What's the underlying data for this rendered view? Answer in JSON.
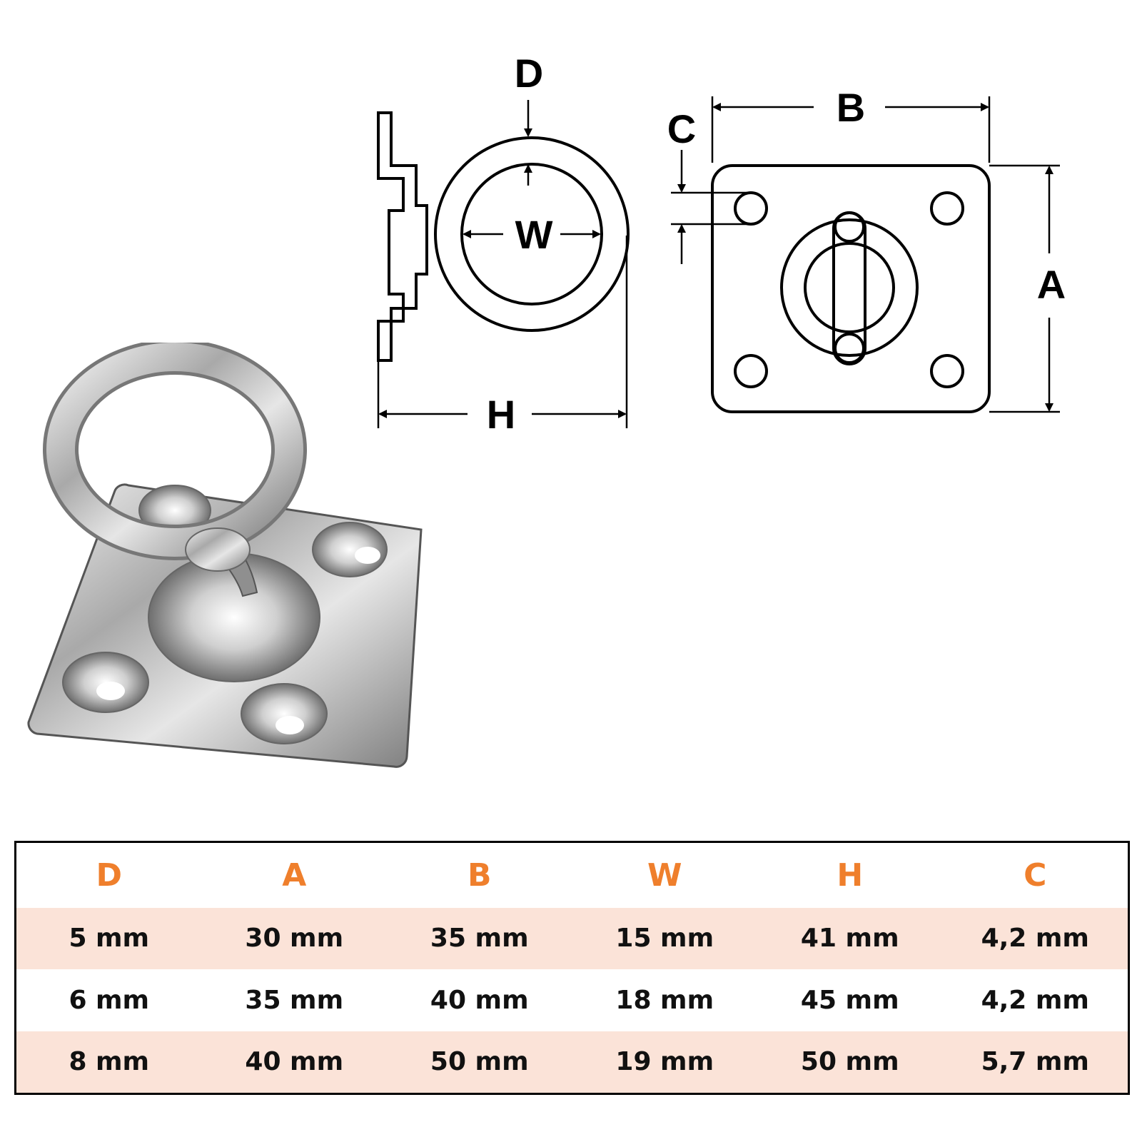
{
  "diagram": {
    "labels": {
      "D": "D",
      "W": "W",
      "H": "H",
      "C": "C",
      "B": "B",
      "A": "A"
    }
  },
  "photo": {
    "description_icon": "swivel-eye-plate-photo"
  },
  "table": {
    "headers": [
      "D",
      "A",
      "B",
      "W",
      "H",
      "C"
    ],
    "rows": [
      [
        "5 mm",
        "30 mm",
        "35 mm",
        "15 mm",
        "41 mm",
        "4,2 mm"
      ],
      [
        "6 mm",
        "35 mm",
        "40 mm",
        "18 mm",
        "45 mm",
        "4,2 mm"
      ],
      [
        "8 mm",
        "40 mm",
        "50 mm",
        "19 mm",
        "50 mm",
        "5,7 mm"
      ]
    ],
    "colors": {
      "header_text": "#ef7f2c",
      "shaded_row": "#fbe3d8",
      "border": "#000000"
    }
  }
}
